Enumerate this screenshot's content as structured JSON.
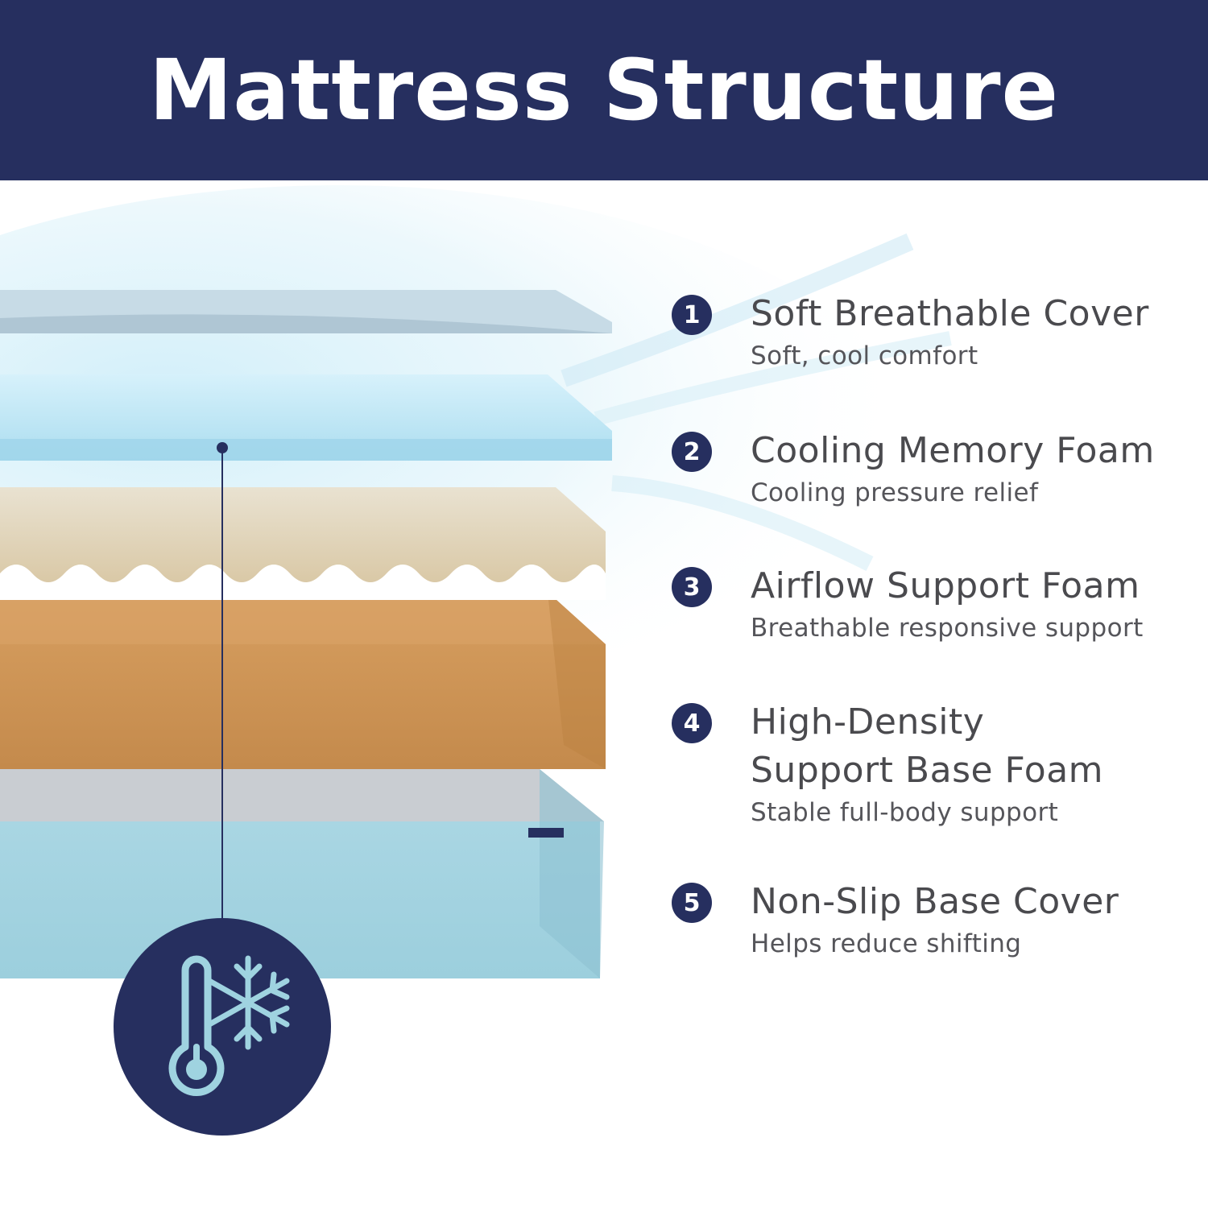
{
  "title": "Mattress Structure",
  "colors": {
    "navy": "#262f5f",
    "text": "#4a4a4e",
    "ice_blue": "#9fd3e0",
    "memory_foam_blue": "#b5e0ee",
    "airflow_foam": "#d9c7a6",
    "support_foam": "#d29a5a",
    "base_cover": "#a6d3e0"
  },
  "layers": [
    {
      "number": "1",
      "title": "Soft Breathable Cover",
      "subtitle": "Soft, cool comfort"
    },
    {
      "number": "2",
      "title": "Cooling Memory Foam",
      "subtitle": "Cooling pressure relief"
    },
    {
      "number": "3",
      "title": "Airflow Support Foam",
      "subtitle": "Breathable responsive support"
    },
    {
      "number": "4",
      "title": "High-Density Support Base Foam",
      "subtitle": "Stable full-body support"
    },
    {
      "number": "5",
      "title": "Non-Slip Base Cover",
      "subtitle": "Helps reduce shifting"
    }
  ],
  "icons": {
    "cooling": "thermometer-snowflake-icon"
  }
}
